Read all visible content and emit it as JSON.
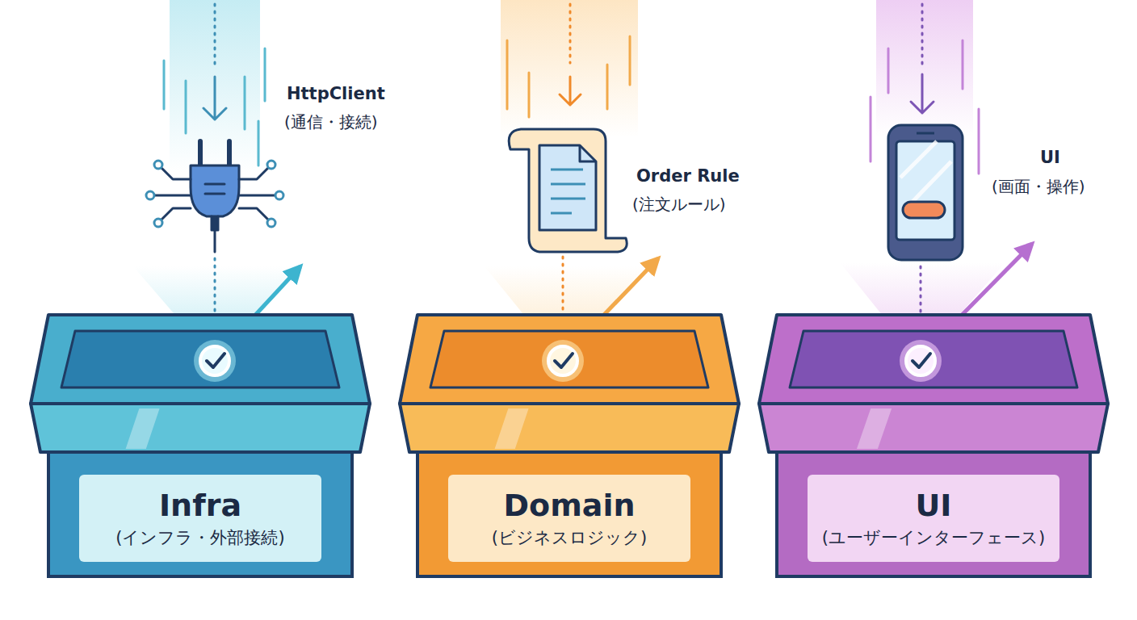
{
  "diagram": {
    "nodes": [
      {
        "text": [
          "Infra",
          "(インフラ・外部接続)"
        ]
      },
      {
        "text": [
          "Domain",
          "(ビジネスロジック)"
        ]
      },
      {
        "text": [
          "UI",
          "(ユーザーインターフェース)"
        ]
      }
    ],
    "labels": [
      "HttpClient",
      "(通信・接続)",
      "Order Rule",
      "(注文ルール)",
      "UI",
      "(画面・操作)"
    ]
  }
}
